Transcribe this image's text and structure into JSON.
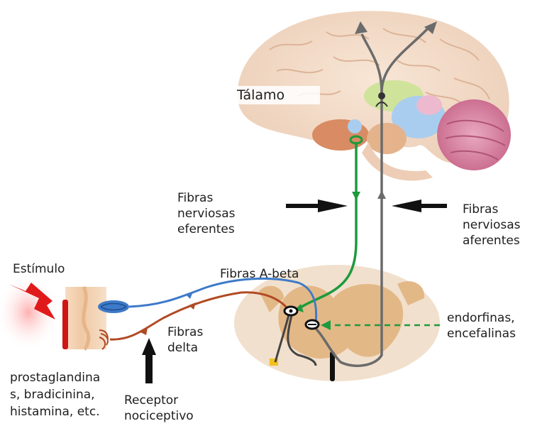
{
  "labels": {
    "talamo": "Tálamo",
    "efferent_line1": "Fibras",
    "efferent_line2": "nerviosas",
    "efferent_line3": "eferentes",
    "afferent_line1": "Fibras",
    "afferent_line2": "nerviosas",
    "afferent_line3": "aferentes",
    "stimulus": "Estímulo",
    "abeta": "Fibras A-beta",
    "delta_line1": "Fibras",
    "delta_line2": "delta",
    "endorphins_line1": "endorfinas,",
    "endorphins_line2": "encefalinas",
    "mediators_line1": "prostaglandina",
    "mediators_line2": "s, bradicinina,",
    "mediators_line3": "histamina, etc.",
    "receptor_line1": "Receptor",
    "receptor_line2": "nociceptivo"
  },
  "colors": {
    "efferent_fiber": "#1e9a3e",
    "afferent_fiber": "#6b6b6b",
    "abeta_fiber": "#3d7ac8",
    "delta_fiber": "#b14a24",
    "stimulus_bolt": "#e01a1a",
    "arrow": "#111111"
  }
}
